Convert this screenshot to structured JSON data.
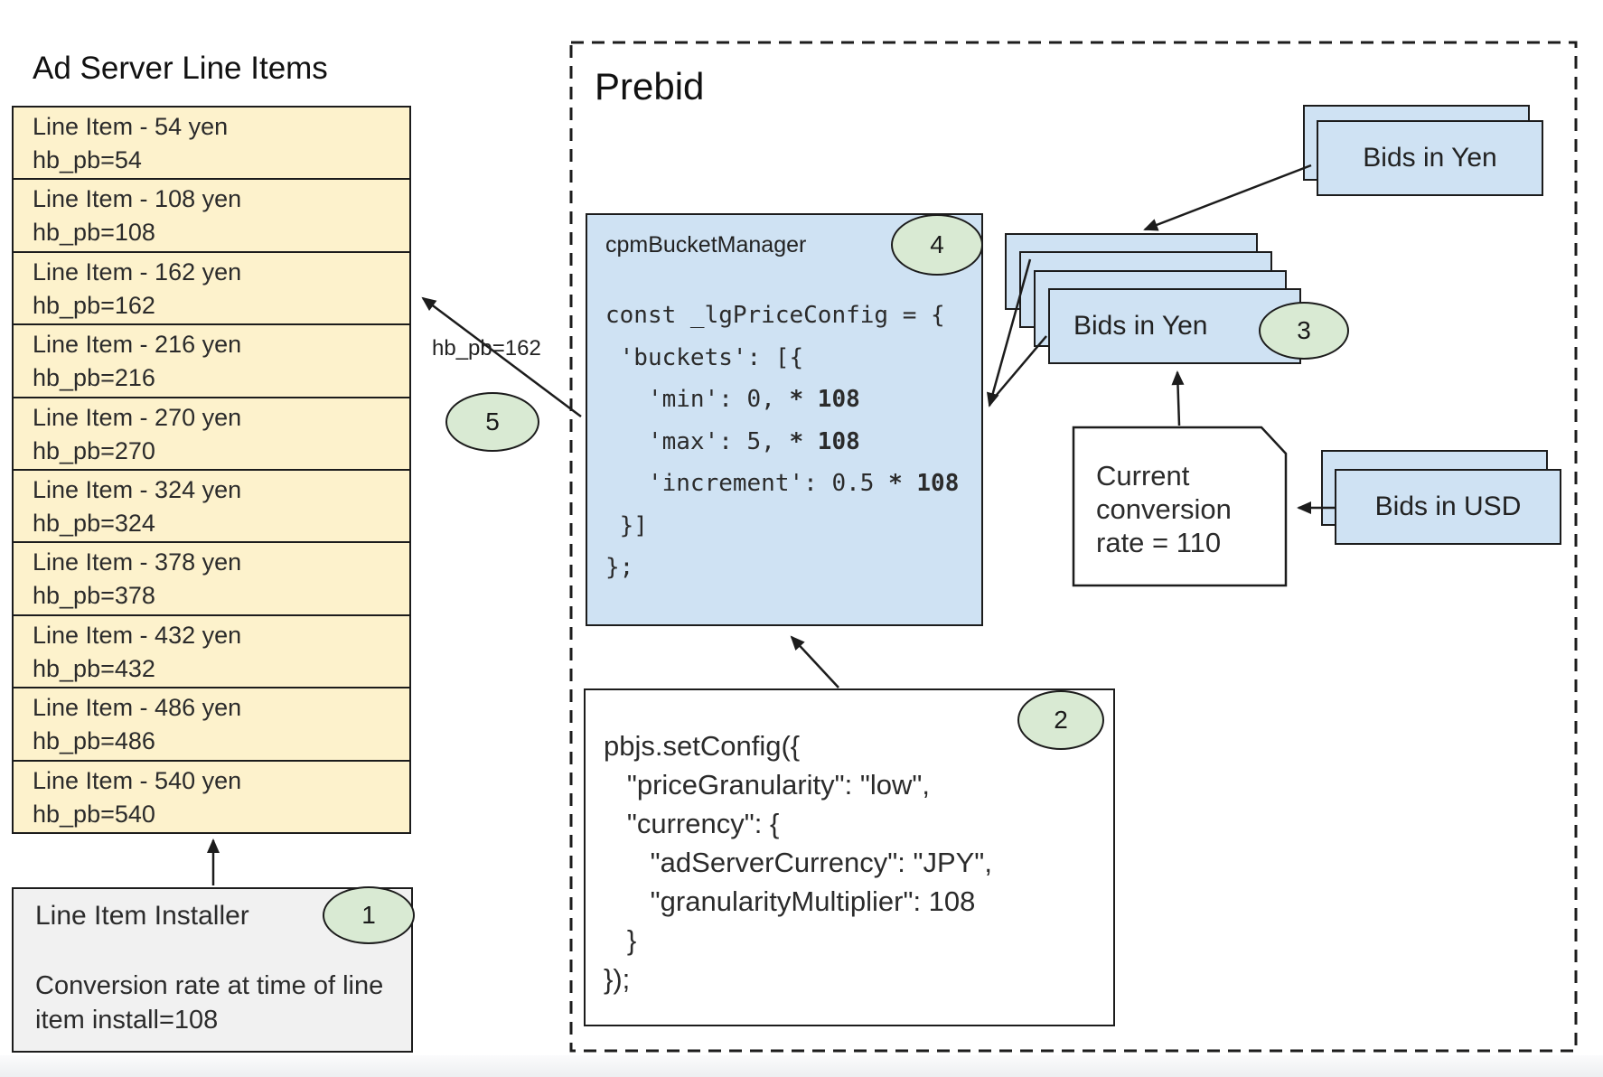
{
  "ad_server": {
    "title": "Ad Server Line Items",
    "line_items": [
      {
        "line1": "Line Item - 54 yen",
        "line2": "hb_pb=54"
      },
      {
        "line1": "Line Item - 108 yen",
        "line2": "hb_pb=108"
      },
      {
        "line1": "Line Item - 162 yen",
        "line2": "hb_pb=162"
      },
      {
        "line1": "Line Item - 216 yen",
        "line2": "hb_pb=216"
      },
      {
        "line1": "Line Item - 270 yen",
        "line2": "hb_pb=270"
      },
      {
        "line1": "Line Item - 324 yen",
        "line2": "hb_pb=324"
      },
      {
        "line1": "Line Item - 378 yen",
        "line2": "hb_pb=378"
      },
      {
        "line1": "Line Item - 432 yen",
        "line2": "hb_pb=432"
      },
      {
        "line1": "Line Item - 486 yen",
        "line2": "hb_pb=486"
      },
      {
        "line1": "Line Item - 540 yen",
        "line2": "hb_pb=540"
      }
    ],
    "installer": {
      "title": "Line Item Installer",
      "badge": "1",
      "note": "Conversion rate at time of line item install=108"
    }
  },
  "prebid": {
    "title": "Prebid",
    "cpm_bucket_manager": {
      "label": "cpmBucketManager",
      "badge": "4",
      "code": [
        {
          "t": "const _lgPriceConfig = {",
          "b": ""
        },
        {
          "t": " 'buckets': [{",
          "b": ""
        },
        {
          "t": "   'min': 0, ",
          "b": "* 108"
        },
        {
          "t": "   'max': 5, ",
          "b": "* 108"
        },
        {
          "t": "   'increment': 0.5 ",
          "b": "* 108"
        },
        {
          "t": " }]",
          "b": ""
        },
        {
          "t": "};",
          "b": ""
        }
      ]
    },
    "set_config": {
      "badge": "2",
      "code": [
        "pbjs.setConfig({",
        "   \"priceGranularity\": \"low\",",
        "   \"currency\": {",
        "      \"adServerCurrency\": \"JPY\",",
        "      \"granularityMultiplier\": 108",
        "   }",
        "});"
      ]
    },
    "bids_in_yen_incoming": "Bids in Yen",
    "bids_in_yen_stack": {
      "label": "Bids in Yen",
      "badge": "3"
    },
    "bids_in_usd": "Bids in USD",
    "conversion_note": {
      "line1": "Current",
      "line2": "conversion",
      "line3": "rate = 110"
    },
    "arrow_label": "hb_pb=162",
    "arrow_badge": "5"
  },
  "colors": {
    "card_blue": "#cfe2f3",
    "row_tan": "#fdf2cc",
    "badge_green": "#d9ead3",
    "installer_gray": "#f1f1f1",
    "line_black": "#1c1c1c"
  }
}
